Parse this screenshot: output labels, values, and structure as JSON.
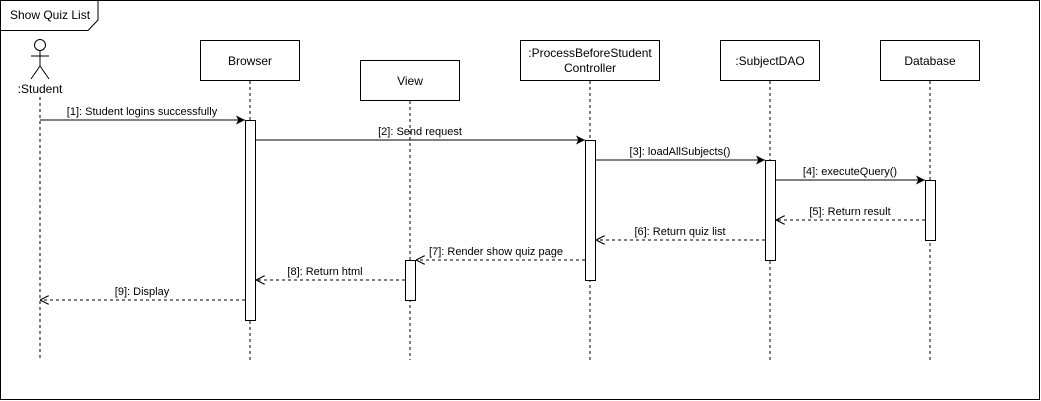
{
  "frame": {
    "title": "Show Quiz List"
  },
  "actor": {
    "label": ":Student"
  },
  "participants": [
    {
      "id": "browser",
      "lines": [
        "Browser"
      ]
    },
    {
      "id": "view",
      "lines": [
        "View"
      ]
    },
    {
      "id": "controller",
      "lines": [
        ":ProcessBeforeStudent",
        "Controller"
      ]
    },
    {
      "id": "dao",
      "lines": [
        ":SubjectDAO"
      ]
    },
    {
      "id": "database",
      "lines": [
        "Database"
      ]
    }
  ],
  "messages": [
    {
      "label": "[1]: Student logins successfully",
      "kind": "sync"
    },
    {
      "label": "[2]: Send request",
      "kind": "sync"
    },
    {
      "label": "[3]: loadAllSubjects()",
      "kind": "sync"
    },
    {
      "label": "[4]: executeQuery()",
      "kind": "sync"
    },
    {
      "label": "[5]: Return result",
      "kind": "return"
    },
    {
      "label": "[6]: Return quiz list",
      "kind": "return"
    },
    {
      "label": "[7]: Render show quiz page",
      "kind": "return"
    },
    {
      "label": "[8]: Return html",
      "kind": "return"
    },
    {
      "label": "[9]: Display",
      "kind": "return"
    }
  ],
  "colors": {
    "stroke": "#000000",
    "fill": "#ffffff"
  }
}
